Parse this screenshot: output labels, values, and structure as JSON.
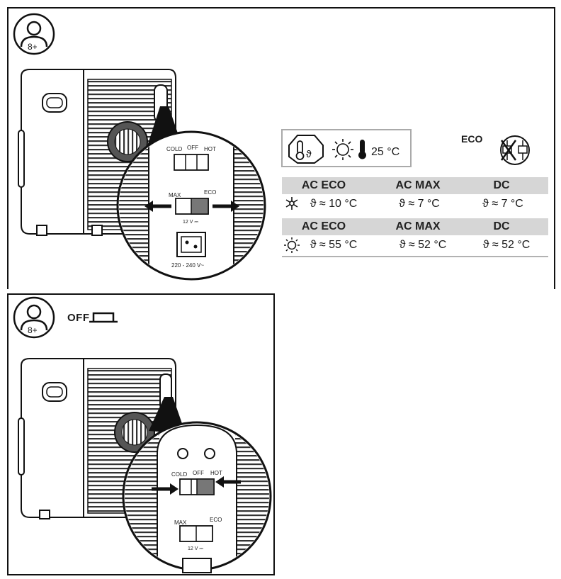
{
  "top_panel": {
    "age_badge": "8+",
    "ambient_temp": "25 °C",
    "eco_label": "ECO",
    "switch_labels": {
      "cold": "COLD",
      "off": "OFF",
      "hot": "HOT",
      "max": "MAX",
      "eco": "ECO",
      "dc_label": "12 V ⎓",
      "ac_label": "220 - 240 V~"
    },
    "cooling_table": {
      "headers": [
        "AC ECO",
        "AC MAX",
        "DC"
      ],
      "values": [
        "ϑ ≈ 10 °C",
        "ϑ ≈ 7 °C",
        "ϑ ≈ 7 °C"
      ]
    },
    "heating_table": {
      "headers": [
        "AC ECO",
        "AC MAX",
        "DC"
      ],
      "values": [
        "ϑ ≈ 55 °C",
        "ϑ ≈ 52 °C",
        "ϑ ≈ 52 °C"
      ]
    }
  },
  "bottom_panel": {
    "age_badge": "8+",
    "off_label": "OFF",
    "switch_labels": {
      "cold": "COLD",
      "off": "OFF",
      "hot": "HOT",
      "max": "MAX",
      "eco": "ECO",
      "dc_label": "12 V ⎓"
    }
  }
}
